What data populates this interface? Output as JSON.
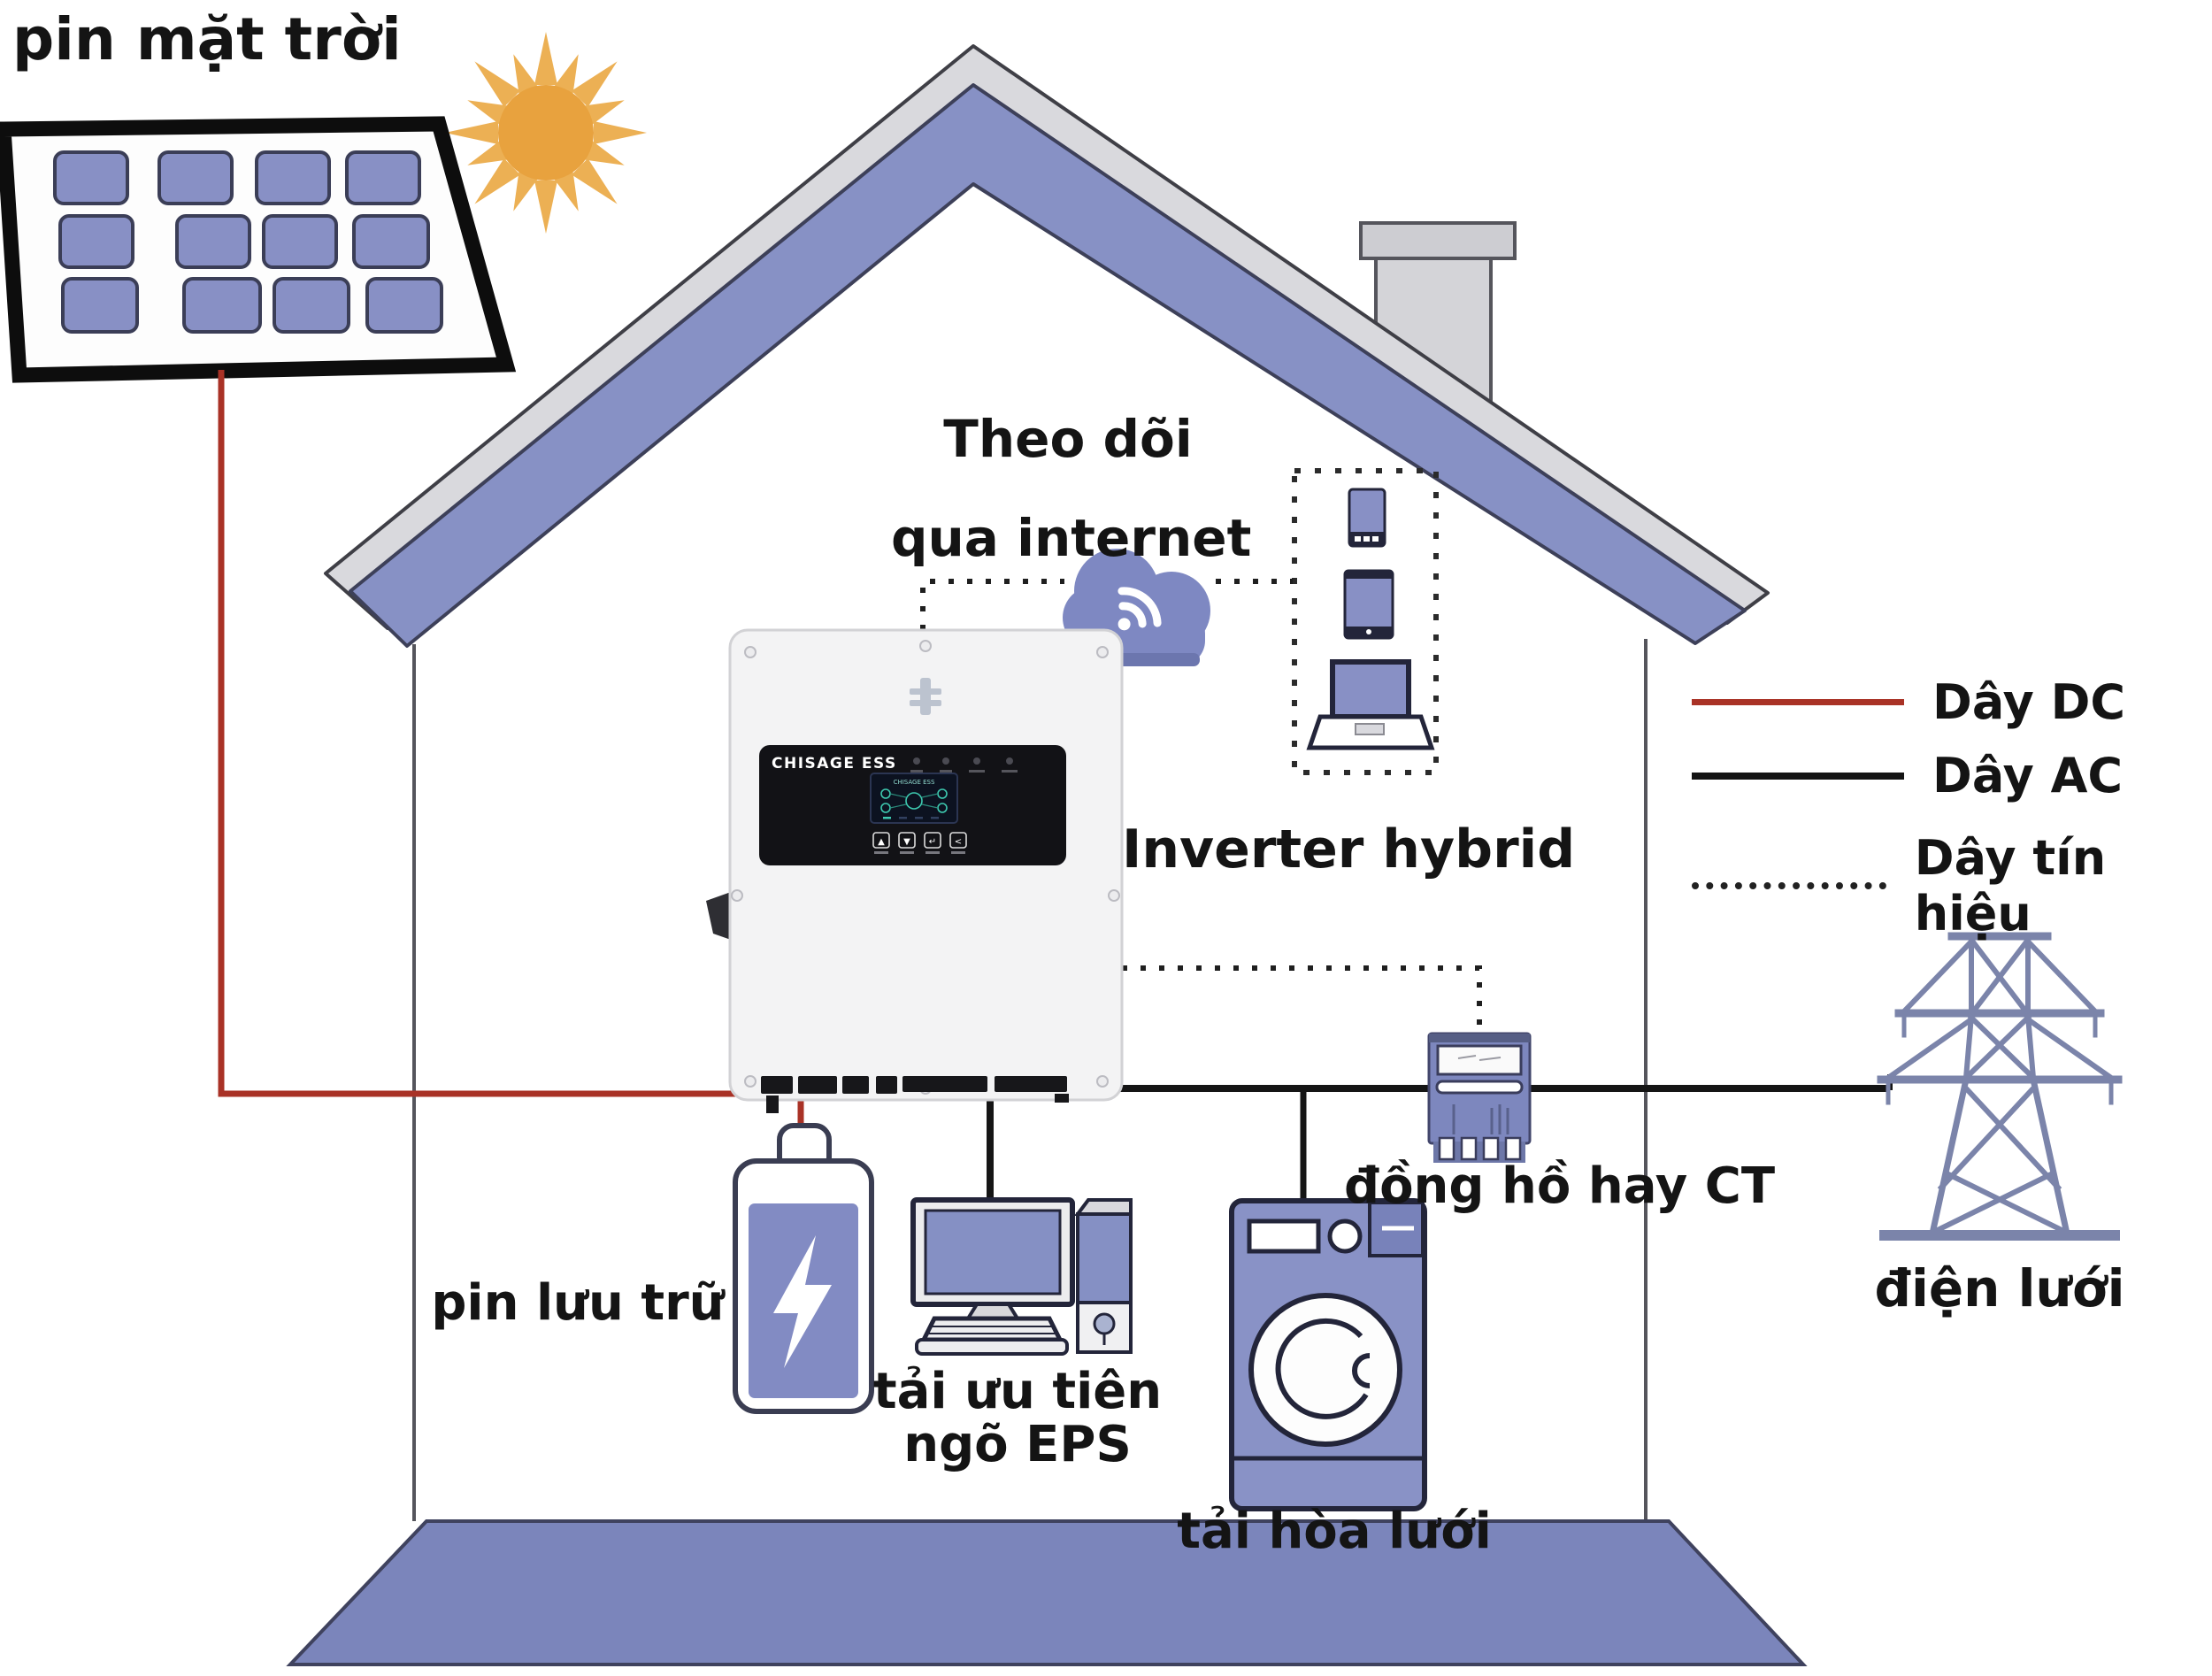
{
  "labels": {
    "solar_panel": "pin mặt trời",
    "inverter": "Inverter hybrid",
    "battery": "pin lưu trữ",
    "eps_load_line1": "tải ưu tiên",
    "eps_load_line2": "ngõ EPS",
    "grid_load": "tải hòa lưới",
    "meter": "đồng hồ hay CT",
    "grid": "điện lưới"
  },
  "monitoring": {
    "line1": "Theo dõi",
    "line2": "qua internet"
  },
  "legend": {
    "items": [
      {
        "label": "Dây DC",
        "line_style": "solid",
        "color": "#a93226"
      },
      {
        "label": "Dây AC",
        "line_style": "solid",
        "color": "#141414"
      },
      {
        "label": "Dây tín hiệu",
        "line_style": "dotted",
        "color": "#222222"
      }
    ]
  },
  "inverter_panel": {
    "brand": "CHISAGE ESS",
    "screen_title": "CHISAGE ESS",
    "buttons": [
      "▲",
      "▼",
      "↵",
      "<"
    ]
  },
  "icons": {
    "sun": "sun-icon",
    "solar_panel": "solar-panel-icon",
    "cloud_wifi": "cloud-wifi-icon",
    "phone": "phone-icon",
    "tablet": "tablet-icon",
    "laptop": "laptop-icon",
    "battery": "battery-icon",
    "desktop_pc": "desktop-pc-icon",
    "washing_machine": "washing-machine-icon",
    "energy_meter": "energy-meter-icon",
    "transmission_tower": "transmission-tower-icon"
  },
  "colors": {
    "accent_blue": "#8890c5",
    "roof_blue": "#8791c5",
    "roof_gray": "#d9d9dd",
    "floor_blue": "#7b85bb",
    "wire_dc": "#a93226",
    "wire_ac": "#151515",
    "wire_signal": "#1f1f1f",
    "sun_orange": "#e8a23e",
    "cloud_blue": "#7e88c2",
    "inverter_panel_black": "#121216",
    "screen_teal": "#3ec9b0"
  }
}
